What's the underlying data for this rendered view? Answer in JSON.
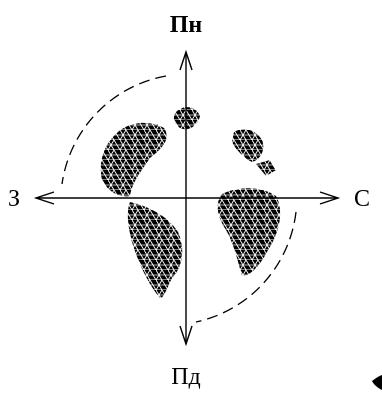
{
  "diagram": {
    "labels": {
      "north": "Пн",
      "south": "Пд",
      "west": "З",
      "east": "С"
    },
    "colors": {
      "ink": "#000000",
      "background": "#ffffff"
    }
  }
}
